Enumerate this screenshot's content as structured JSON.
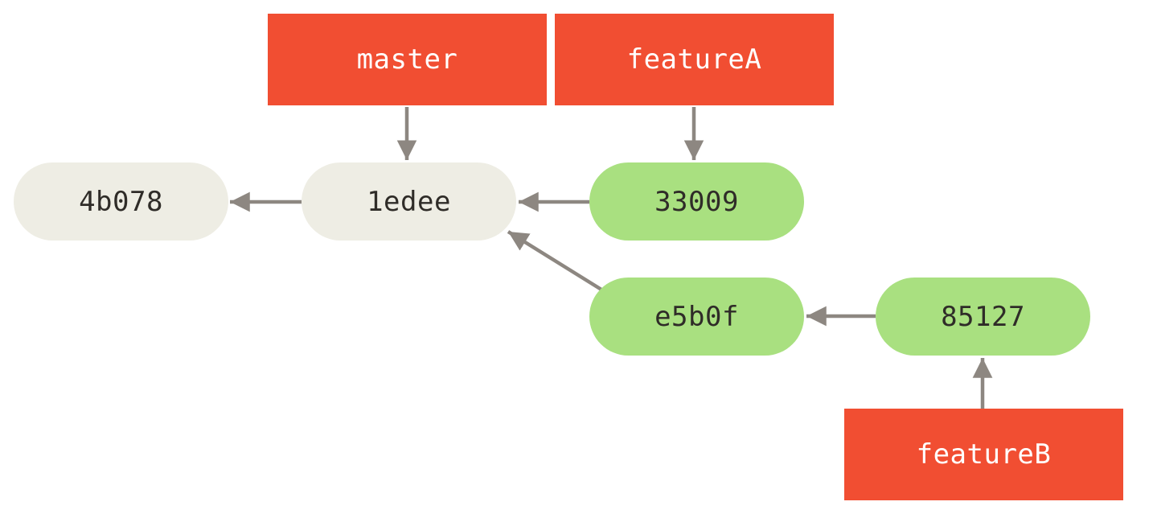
{
  "diagram": {
    "description": "Git commit history graph with branch pointers",
    "colors": {
      "branch_box": "#F14E32",
      "branch_text": "#FFFFFF",
      "shared_commit_fill": "#EEEDE4",
      "feature_commit_fill": "#A9E080",
      "commit_text": "#2F2C28",
      "arrow": "#8D8781",
      "background": "#FFFFFF"
    },
    "branches": [
      {
        "id": "master",
        "label": "master"
      },
      {
        "id": "featureA",
        "label": "featureA"
      },
      {
        "id": "featureB",
        "label": "featureB"
      }
    ],
    "commits": [
      {
        "id": "4b078",
        "label": "4b078",
        "type": "shared"
      },
      {
        "id": "1edee",
        "label": "1edee",
        "type": "shared"
      },
      {
        "id": "33009",
        "label": "33009",
        "type": "feature"
      },
      {
        "id": "e5b0f",
        "label": "e5b0f",
        "type": "feature"
      },
      {
        "id": "85127",
        "label": "85127",
        "type": "feature"
      }
    ],
    "edges": [
      {
        "from": "master",
        "to": "1edee",
        "kind": "branch-pointer"
      },
      {
        "from": "featureA",
        "to": "33009",
        "kind": "branch-pointer"
      },
      {
        "from": "featureB",
        "to": "85127",
        "kind": "branch-pointer"
      },
      {
        "from": "1edee",
        "to": "4b078",
        "kind": "parent"
      },
      {
        "from": "33009",
        "to": "1edee",
        "kind": "parent"
      },
      {
        "from": "e5b0f",
        "to": "1edee",
        "kind": "parent"
      },
      {
        "from": "85127",
        "to": "e5b0f",
        "kind": "parent"
      }
    ]
  }
}
